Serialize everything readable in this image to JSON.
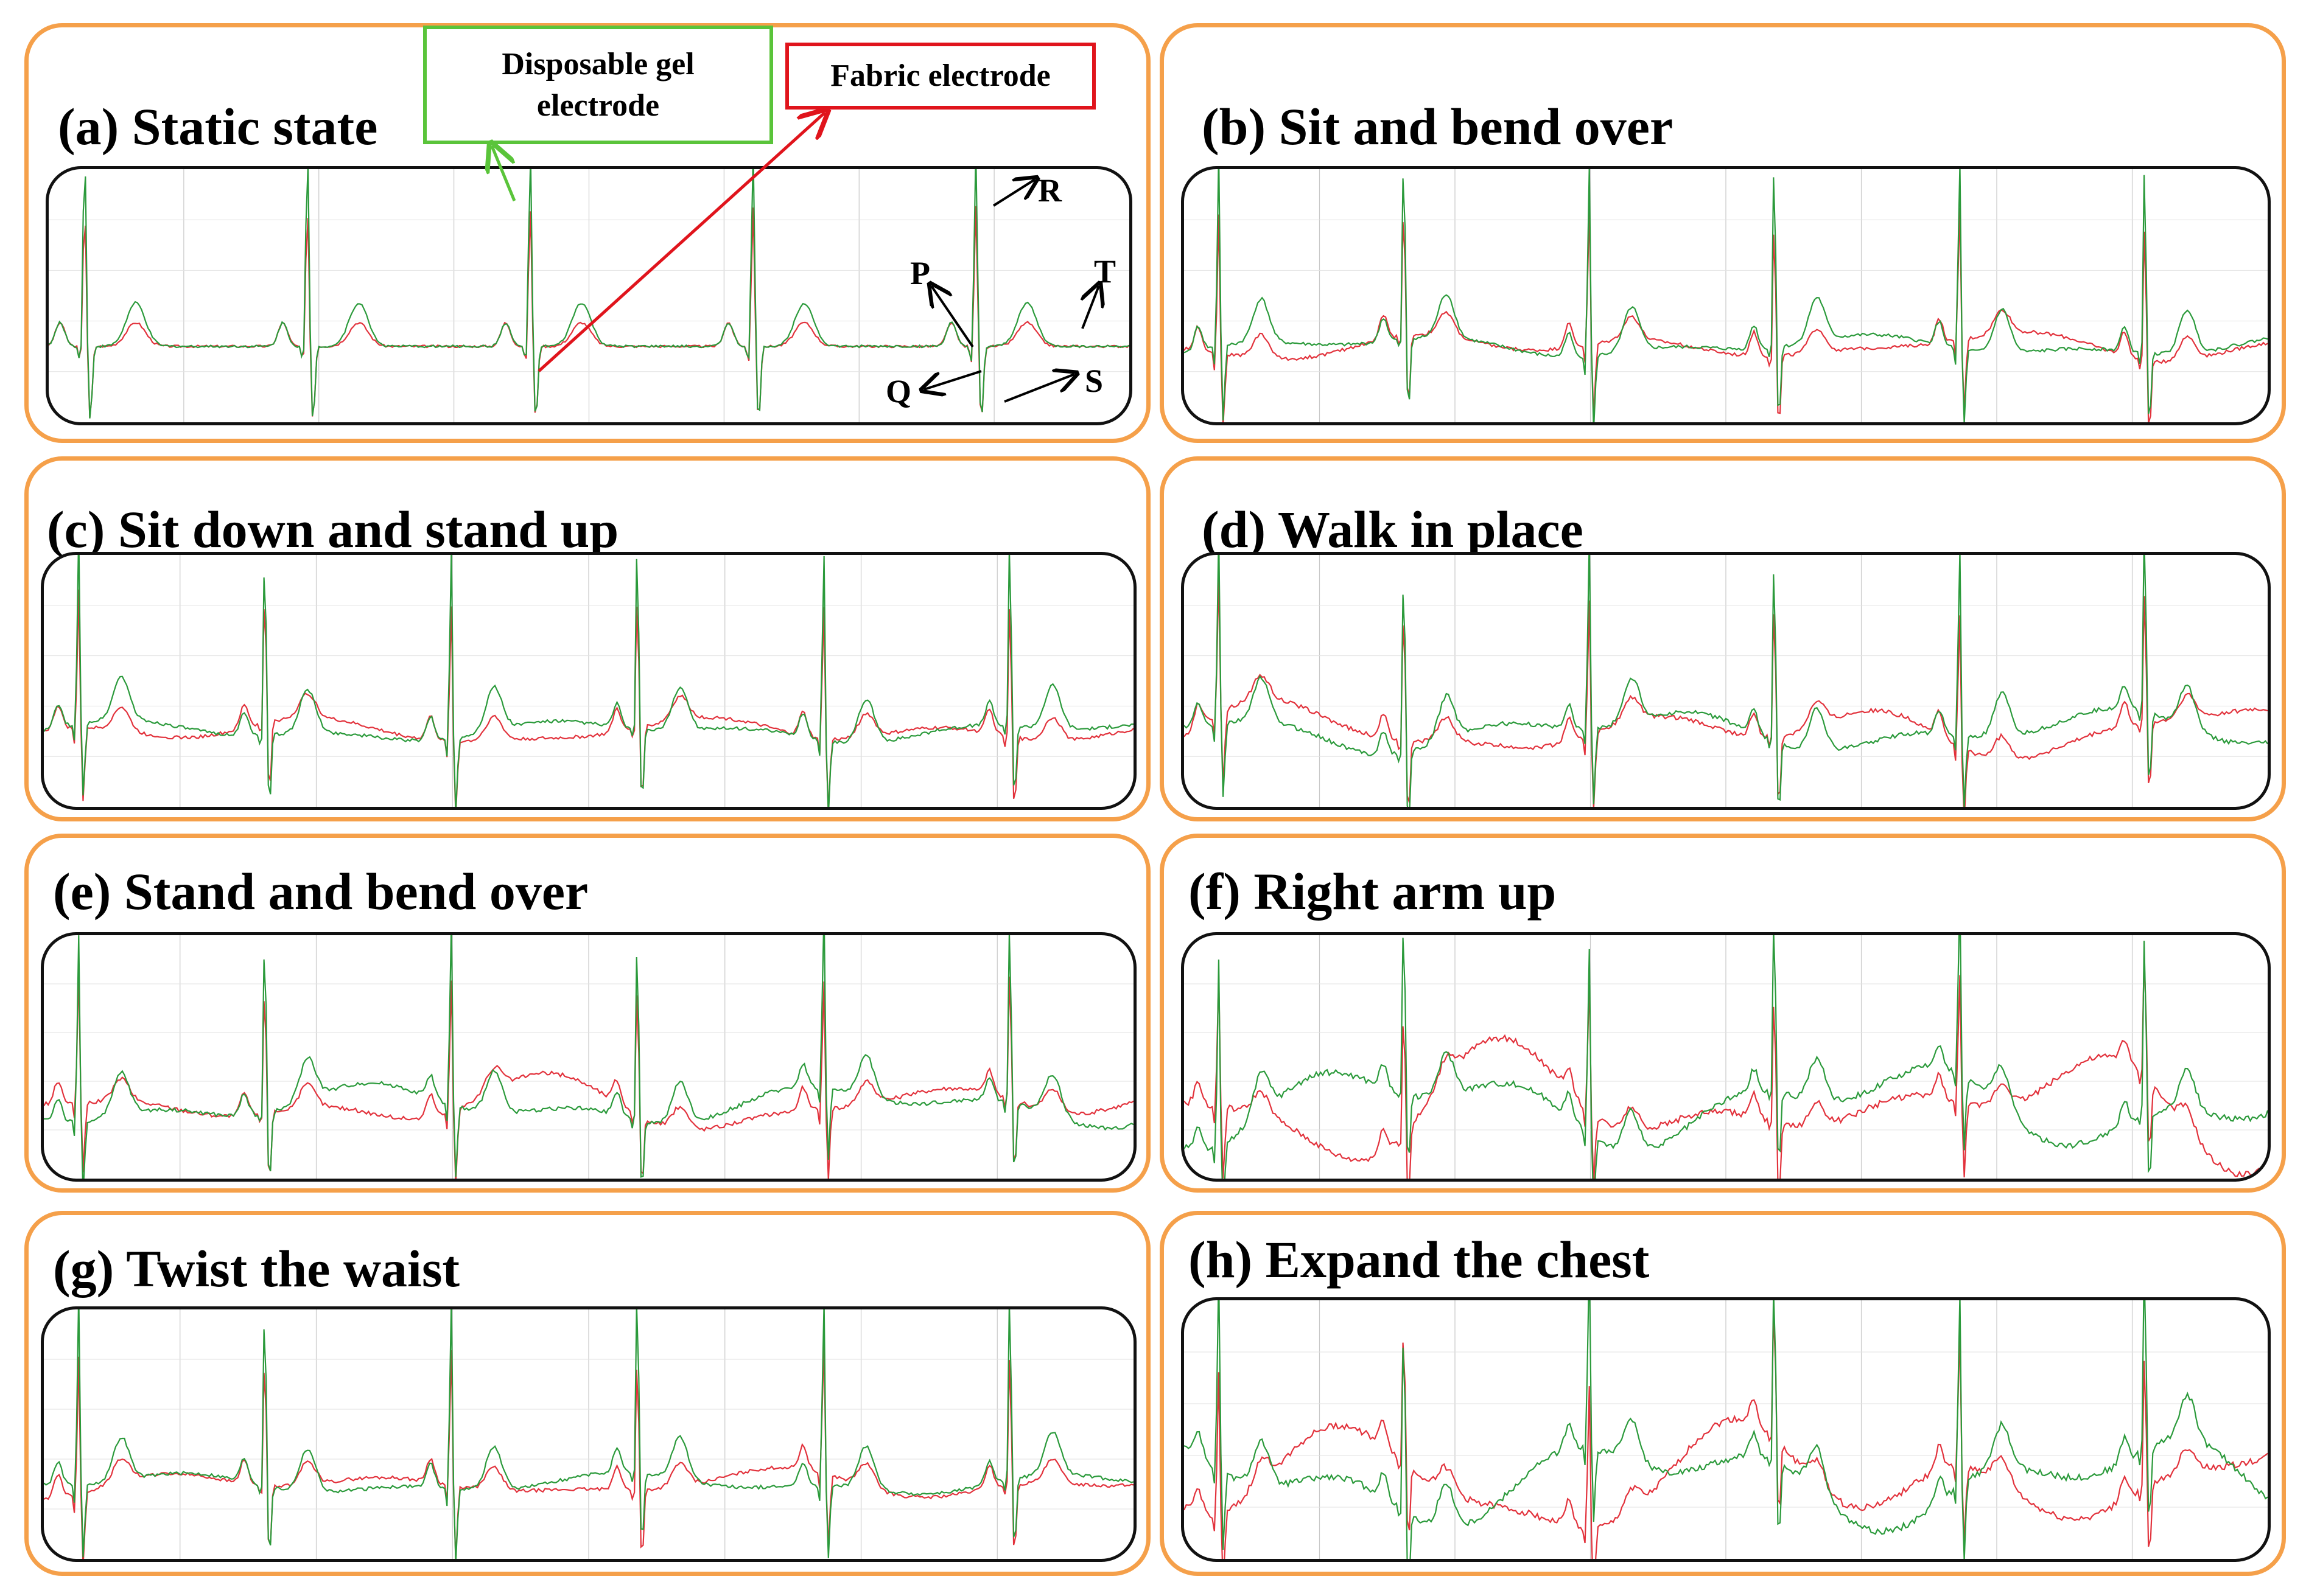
{
  "legend": {
    "gel_label": "Disposable gel electrode",
    "fabric_label": "Fabric electrode"
  },
  "colors": {
    "gel": "#2b9a3b",
    "fabric": "#e2323c",
    "panel_border": "#f5a04a",
    "grid": "#c9c9c9"
  },
  "wave_labels": {
    "P": "P",
    "Q": "Q",
    "R": "R",
    "S": "S",
    "T": "T"
  },
  "chart_data": [
    {
      "type": "line",
      "id": "a",
      "title": "(a) Static state",
      "series": [
        {
          "name": "Disposable gel electrode",
          "beats": 5
        },
        {
          "name": "Fabric electrode",
          "beats": 5
        }
      ],
      "beats": 5,
      "motion": "none",
      "grid": true
    },
    {
      "type": "line",
      "id": "b",
      "title": "(b) Sit and bend over",
      "series": [
        {
          "name": "Disposable gel electrode",
          "beats": 6
        },
        {
          "name": "Fabric electrode",
          "beats": 6
        }
      ],
      "beats": 6,
      "motion": "mild",
      "grid": true
    },
    {
      "type": "line",
      "id": "c",
      "title": "(c) Sit down and stand up",
      "series": [
        {
          "name": "Disposable gel electrode",
          "beats": 6
        },
        {
          "name": "Fabric electrode",
          "beats": 6
        }
      ],
      "beats": 6,
      "motion": "mild",
      "grid": true
    },
    {
      "type": "line",
      "id": "d",
      "title": "(d) Walk in place",
      "series": [
        {
          "name": "Disposable gel electrode",
          "beats": 6
        },
        {
          "name": "Fabric electrode",
          "beats": 6
        }
      ],
      "beats": 6,
      "motion": "moderate",
      "grid": true
    },
    {
      "type": "line",
      "id": "e",
      "title": "(e) Stand and bend over",
      "series": [
        {
          "name": "Disposable gel electrode",
          "beats": 6
        },
        {
          "name": "Fabric electrode",
          "beats": 6
        }
      ],
      "beats": 6,
      "motion": "moderate",
      "grid": true
    },
    {
      "type": "line",
      "id": "f",
      "title": "(f) Right arm up",
      "series": [
        {
          "name": "Disposable gel electrode",
          "beats": 6
        },
        {
          "name": "Fabric electrode",
          "beats": 6
        }
      ],
      "beats": 6,
      "motion": "strong",
      "grid": true
    },
    {
      "type": "line",
      "id": "g",
      "title": "(g) Twist the waist",
      "series": [
        {
          "name": "Disposable gel electrode",
          "beats": 6
        },
        {
          "name": "Fabric electrode",
          "beats": 6
        }
      ],
      "beats": 6,
      "motion": "mild",
      "grid": true
    },
    {
      "type": "line",
      "id": "h",
      "title": "(h) Expand the chest",
      "series": [
        {
          "name": "Disposable gel electrode",
          "beats": 6
        },
        {
          "name": "Fabric electrode",
          "beats": 6
        }
      ],
      "beats": 6,
      "motion": "strong",
      "grid": true
    }
  ]
}
